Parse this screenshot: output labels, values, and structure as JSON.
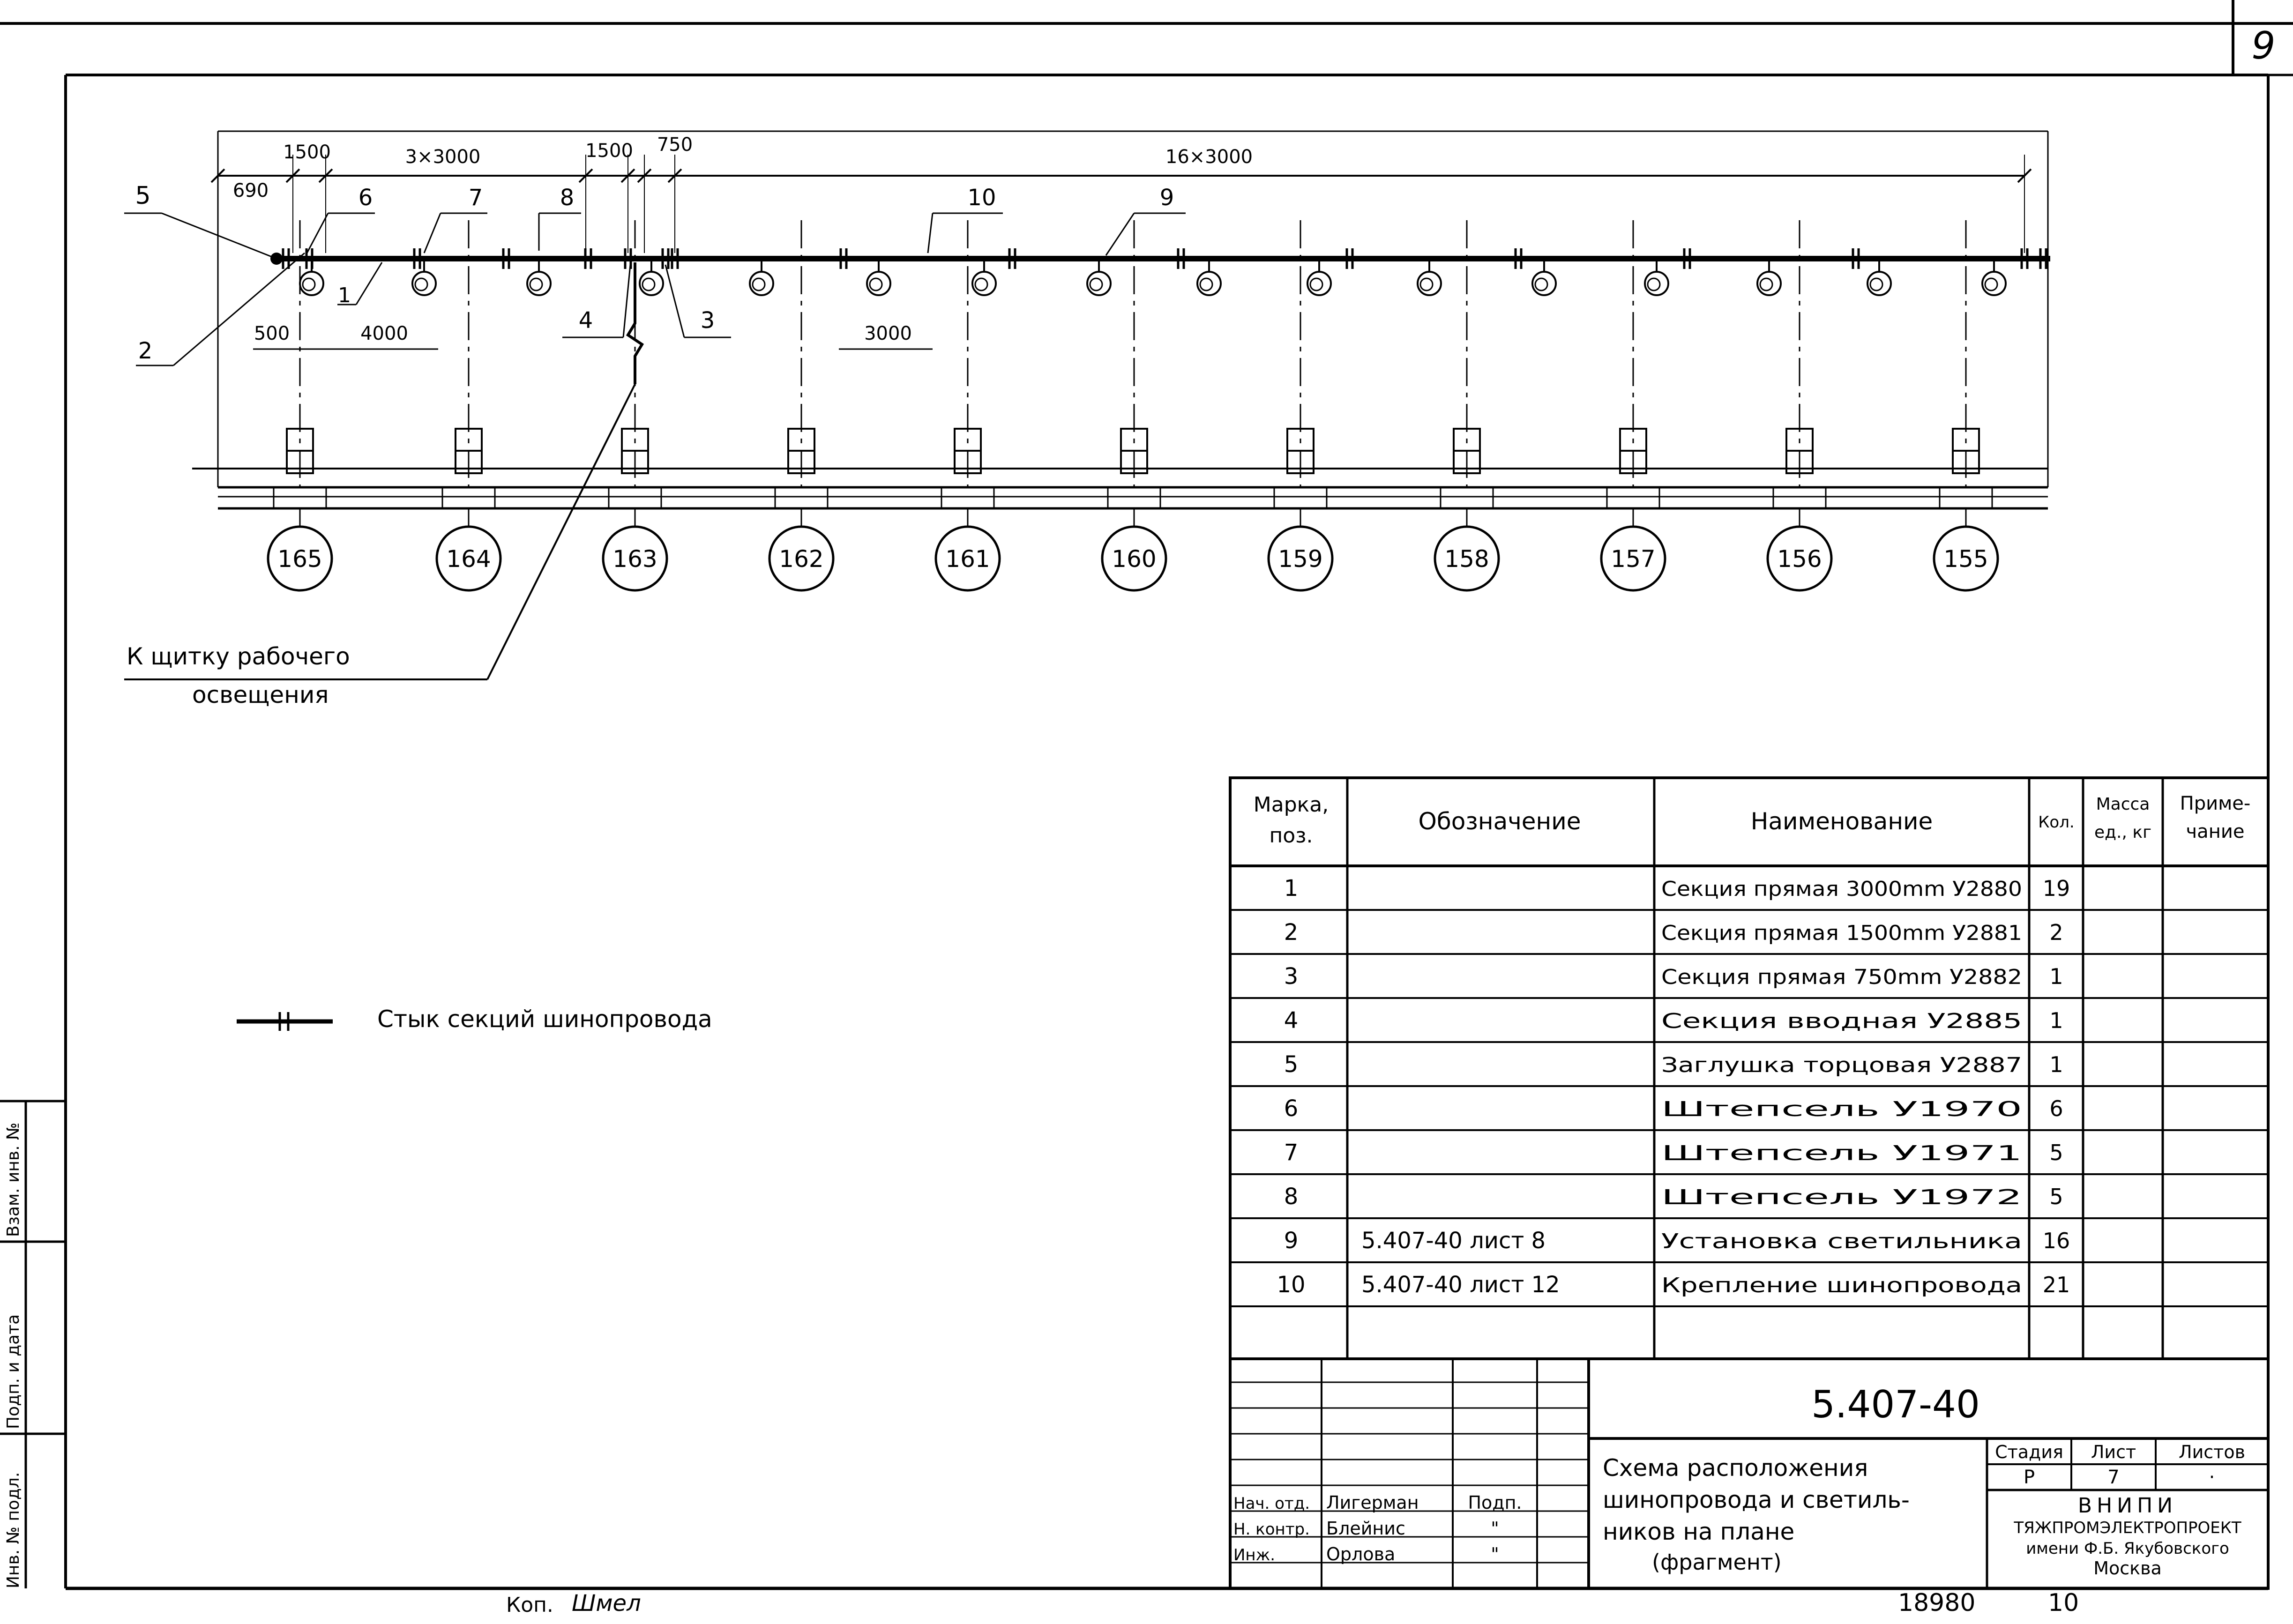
{
  "sheet_number": "9",
  "plan": {
    "dimensions": {
      "d690": "690",
      "d1500a": "1500",
      "d3x3000": "3×3000",
      "d1500b": "1500",
      "d750": "750",
      "d16x3000": "16×3000",
      "d500": "500",
      "d4000": "4000",
      "d3000": "3000"
    },
    "callouts": [
      "5",
      "6",
      "7",
      "8",
      "10",
      "9",
      "1",
      "2",
      "4",
      "3"
    ],
    "axes": [
      "165",
      "164",
      "163",
      "162",
      "161",
      "160",
      "159",
      "158",
      "157",
      "156",
      "155"
    ],
    "feed_note_line1": "К щитку рабочего",
    "feed_note_line2": "освещения"
  },
  "legend": {
    "label": "Стык секций шинопровода"
  },
  "spec_table": {
    "headers": {
      "mark": [
        "Марка,",
        "поз."
      ],
      "designation": "Обозначение",
      "name": "Наименование",
      "qty": "Кол.",
      "mass": [
        "Масса",
        "ед., кг"
      ],
      "note": [
        "Приме-",
        "чание"
      ]
    },
    "rows": [
      {
        "mark": "1",
        "designation": "",
        "name": "Секция прямая 3000mm У2880",
        "qty": "19"
      },
      {
        "mark": "2",
        "designation": "",
        "name": "Секция прямая 1500mm У2881",
        "qty": "2"
      },
      {
        "mark": "3",
        "designation": "",
        "name": "Секция прямая 750mm У2882",
        "qty": "1"
      },
      {
        "mark": "4",
        "designation": "",
        "name": "Секция вводная У2885",
        "qty": "1"
      },
      {
        "mark": "5",
        "designation": "",
        "name": "Заглушка торцовая У2887",
        "qty": "1"
      },
      {
        "mark": "6",
        "designation": "",
        "name": "Штепсель У1970",
        "qty": "6"
      },
      {
        "mark": "7",
        "designation": "",
        "name": "Штепсель У1971",
        "qty": "5"
      },
      {
        "mark": "8",
        "designation": "",
        "name": "Штепсель У1972",
        "qty": "5"
      },
      {
        "mark": "9",
        "designation": "5.407-40 лист 8",
        "name": "Установка светильника",
        "qty": "16"
      },
      {
        "mark": "10",
        "designation": "5.407-40 лист 12",
        "name": "Крепление шинопровода",
        "qty": "21"
      }
    ]
  },
  "title_block": {
    "doc_code": "5.407-40",
    "title_lines": [
      "Схема расположения",
      "шинопровода и светиль-",
      "ников на плане",
      "(фрагмент)"
    ],
    "stage_label": "Стадия",
    "sheet_label": "Лист",
    "sheets_label": "Листов",
    "stage": "Р",
    "sheet": "7",
    "sheets": "·",
    "org_lines": [
      "ВНИПИ",
      "ТЯЖПРОМЭЛЕКТРОПРОЕКТ",
      "имени Ф.Б. Якубовского",
      "Москва"
    ],
    "signers": [
      {
        "role": "Нач. отд.",
        "name": "Лигерман",
        "sign": "Подп."
      },
      {
        "role": "Н. контр.",
        "name": "Блейнис",
        "sign": "\""
      },
      {
        "role": "Инж.",
        "name": "Орлова",
        "sign": "\""
      }
    ]
  },
  "side_stamp": {
    "col1": "Инв. № подл.",
    "col2": "Подп. и дата",
    "col3": "Взам. инв. №"
  },
  "footer": {
    "copied": "Коп.",
    "signature": "Шмел",
    "inventory": "18980",
    "format": "10"
  }
}
